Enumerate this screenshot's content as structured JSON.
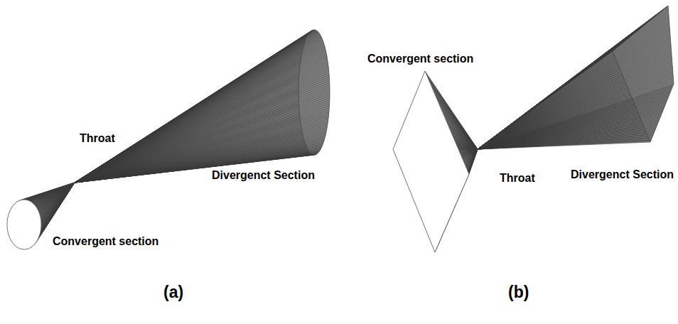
{
  "diagram": {
    "labels": [
      "Throat",
      "Divergenct Section",
      "Convergent section",
      "(a)",
      "Convergent section",
      "Throat",
      "Divergenct Section",
      "(b)"
    ]
  }
}
